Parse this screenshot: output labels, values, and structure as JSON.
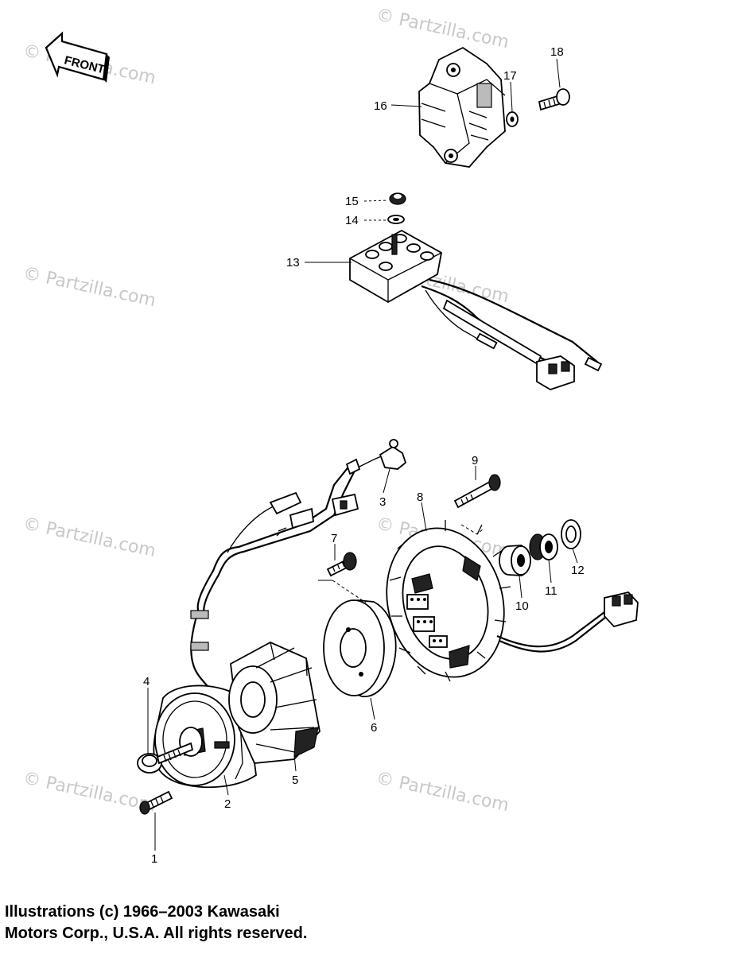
{
  "watermark": "© Partzilla.com",
  "front_label": "FRONT",
  "callouts": [
    "1",
    "2",
    "3",
    "4",
    "5",
    "6",
    "7",
    "8",
    "9",
    "10",
    "11",
    "12",
    "13",
    "14",
    "15",
    "16",
    "17",
    "18"
  ],
  "copyright": {
    "line1": "Illustrations (c) 1966–2003 Kawasaki",
    "line2": "Motors Corp., U.S.A.  All rights reserved."
  }
}
